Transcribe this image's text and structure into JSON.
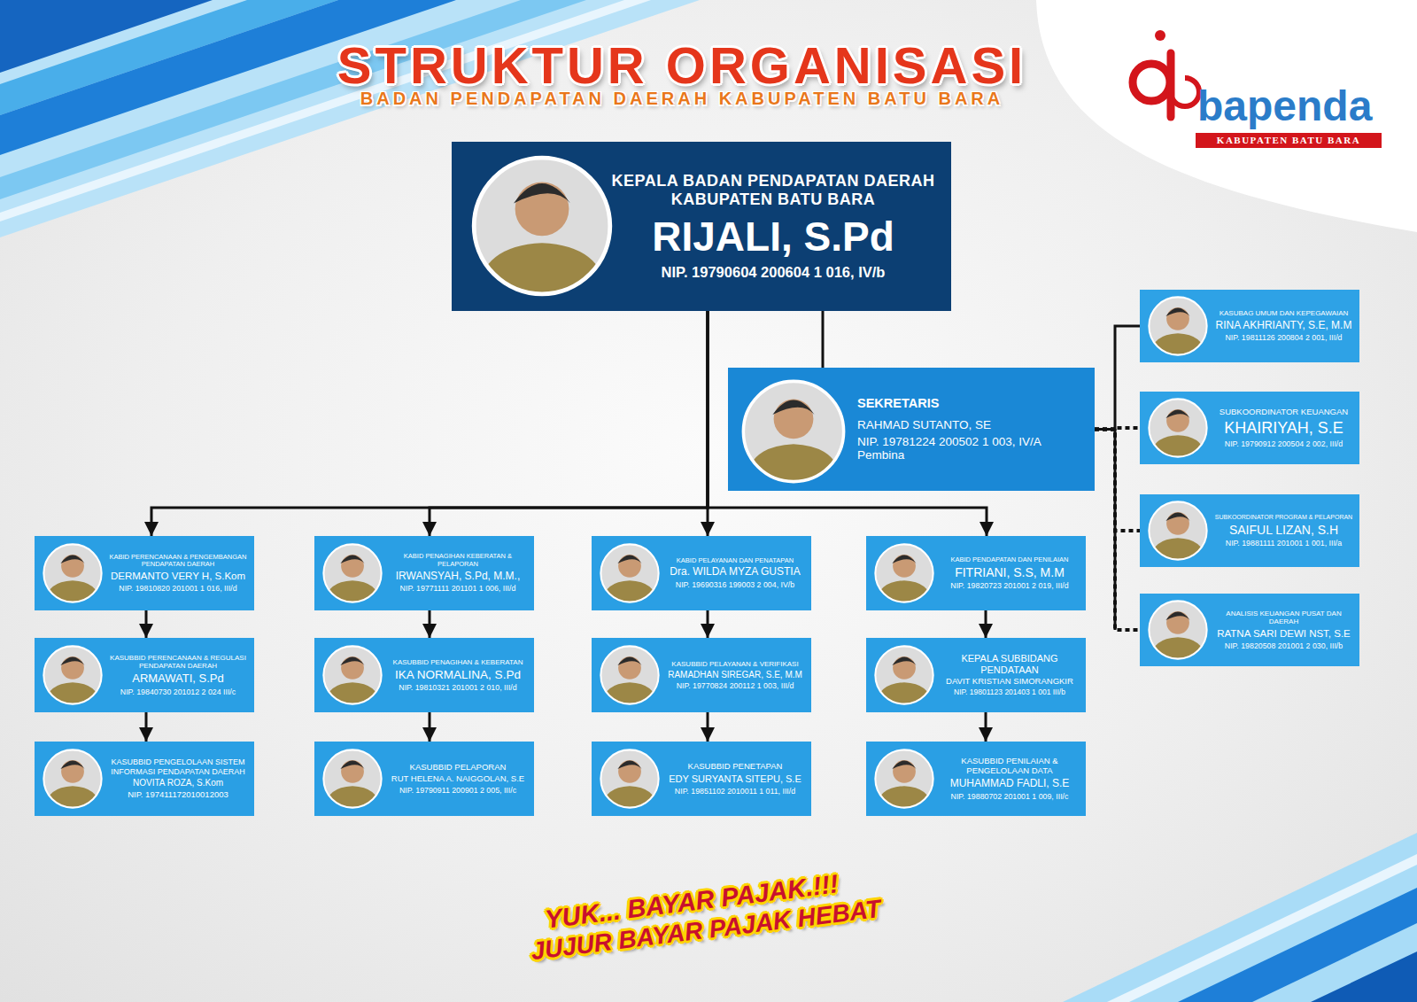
{
  "diagram": {
    "title": "STRUKTUR ORGANISASI",
    "nodes": [
      {
        "text": [
          "KEPALA BADAN PENDAPATAN DAERAH KABUPATEN BATU BARA",
          "RIJALI, S.Pd",
          "NIP. 19790604 200604 1 016, IV/b"
        ]
      },
      {
        "text": [
          "SEKRETARIS",
          "RAHMAD SUTANTO, SE",
          "NIP. 19781224 200502 1 003, IV/A Pembina"
        ]
      },
      {
        "text": [
          "KASUBAG UMUM DAN KEPEGAWAIAN",
          "RINA AKHRIANTY, S.E, M.M",
          "NIP. 19811126 200804 2 001, III/d"
        ]
      },
      {
        "text": [
          "SUBKOORDINATOR KEUANGAN",
          "KHAIRIYAH, S.E",
          "NIP. 19790912 200504 2 002, III/d"
        ]
      },
      {
        "text": [
          "SUBKOORDINATOR PROGRAM & PELAPORAN",
          "SAIFUL LIZAN, S.H",
          "NIP. 19881111 201001 1 001, III/a"
        ]
      },
      {
        "text": [
          "ANALISIS KEUANGAN PUSAT DAN DAERAH",
          "RATNA SARI DEWI NST, S.E",
          "NIP. 19820508 201001 2 030, III/b"
        ]
      },
      {
        "text": [
          "KABID PERENCANAAN & PENGEMBANGAN PENDAPATAN DAERAH",
          "DERMANTO VERY H, S.Kom",
          "NIP. 19810820 201001 1 016, III/d"
        ]
      },
      {
        "text": [
          "KABID PENAGIHAN KEBERATAN & PELAPORAN",
          "IRWANSYAH, S.Pd, M.M.,",
          "NIP. 19771111 201101 1 006, III/d"
        ]
      },
      {
        "text": [
          "KABID PELAYANAN DAN PENATAPAN",
          "Dra. WILDA MYZA GUSTIA",
          "NIP. 19690316 199003 2 004, IV/b"
        ]
      },
      {
        "text": [
          "KABID PENDAPATAN DAN PENILAIAN",
          "FITRIANI, S.S, M.M",
          "NIP. 19820723 201001 2 019, III/d"
        ]
      },
      {
        "text": [
          "KASUBBID PERENCANAAN & REGULASI PENDAPATAN DAERAH",
          "ARMAWATI, S.Pd",
          "NIP. 19840730 201012 2 024 III/c"
        ]
      },
      {
        "text": [
          "KASUBBID PENAGIHAN & KEBERATAN",
          "IKA NORMALINA, S.Pd",
          "NIP. 19810321 201001 2 010, III/d"
        ]
      },
      {
        "text": [
          "KASUBBID PELAYANAN & VERIFIKASI",
          "RAMADHAN SIREGAR, S.E, M.M",
          "NIP. 19770824 200112 1 003, III/d"
        ]
      },
      {
        "text": [
          "KEPALA SUBBIDANG PENDATAAN",
          "DAVIT KRISTIAN SIMORANGKIR",
          "NIP. 19801123 201403 1 001 III/b"
        ]
      },
      {
        "text": [
          "KASUBBID PENGELOLAAN SISTEM INFORMASI PENDAPATAN DAERAH",
          "NOVITA ROZA, S.Kom",
          "NIP. 197411172010012003"
        ]
      },
      {
        "text": [
          "KASUBBID PELAPORAN",
          "RUT HELENA A. NAIGGOLAN, S.E",
          "NIP. 19790911 200901 2 005, III/c"
        ]
      },
      {
        "text": [
          "KASUBBID PENETAPAN",
          "EDY SURYANTA SITEPU, S.E",
          "NIP. 19851102 2010011 1 011, III/d"
        ]
      },
      {
        "text": [
          "KASUBBID PENILAIAN & PENGELOLAAN DATA",
          "MUHAMMAD FADLI, S.E",
          "NIP. 19880702 201001 1 009, III/c"
        ]
      }
    ],
    "edges": [
      {
        "from": 0,
        "to": 1,
        "arrow": "none"
      },
      {
        "from": 0,
        "to": 6,
        "arrow": "to"
      },
      {
        "from": 0,
        "to": 7,
        "arrow": "to"
      },
      {
        "from": 0,
        "to": 8,
        "arrow": "to"
      },
      {
        "from": 0,
        "to": 9,
        "arrow": "to"
      },
      {
        "from": 1,
        "to": 2,
        "arrow": "none"
      },
      {
        "from": 1,
        "to": 3,
        "arrow": "none"
      },
      {
        "from": 1,
        "to": 4,
        "arrow": "none"
      },
      {
        "from": 1,
        "to": 5,
        "arrow": "none"
      },
      {
        "from": 6,
        "to": 10,
        "arrow": "to"
      },
      {
        "from": 10,
        "to": 14,
        "arrow": "to"
      },
      {
        "from": 7,
        "to": 11,
        "arrow": "to"
      },
      {
        "from": 11,
        "to": 15,
        "arrow": "to"
      },
      {
        "from": 8,
        "to": 12,
        "arrow": "to"
      },
      {
        "from": 12,
        "to": 16,
        "arrow": "to"
      },
      {
        "from": 9,
        "to": 13,
        "arrow": "to"
      },
      {
        "from": 13,
        "to": 17,
        "arrow": "to"
      }
    ],
    "labels": [
      "BADAN PENDAPATAN DAERAH KABUPATEN BATU BARA",
      "bapenda",
      "KABUPATEN BATU BARA",
      "YUK... BAYAR PAJAK.!!!",
      "JUJUR BAYAR PAJAK HEBAT"
    ]
  }
}
